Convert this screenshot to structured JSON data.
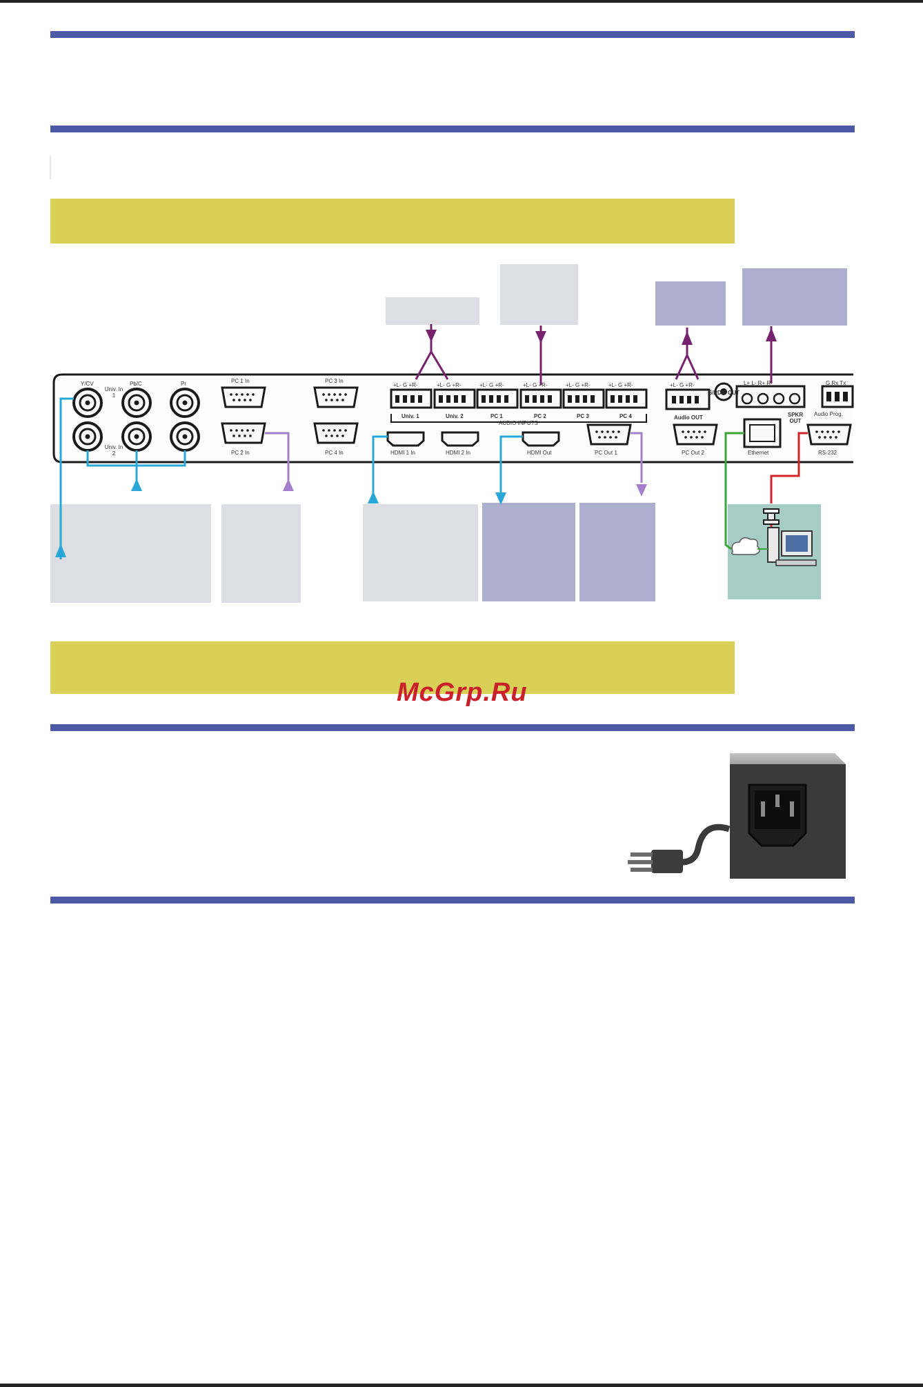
{
  "panel_labels": {
    "ycv": "Y/CV",
    "univ_in1": "Univ. In 1",
    "pbc": "Pb/C",
    "pr": "Pr",
    "univ_in2": "Univ. In 2",
    "pc1_in": "PC 1 In",
    "pc2_in": "PC 2 In",
    "pc3_in": "PC 3 In",
    "pc4_in": "PC 4 In",
    "audio_pins": "+L-  G  +R-",
    "univ1": "Univ. 1",
    "univ2": "Univ. 2",
    "pc1": "PC 1",
    "pc2": "PC 2",
    "pc3": "PC 3",
    "pc4": "PC 4",
    "audio_inputs": "AUDIO INPUTS",
    "hdmi1_in": "HDMI 1 In",
    "hdmi2_in": "HDMI 2 In",
    "hdmi_out": "HDMI Out",
    "pc_out1": "PC Out 1",
    "audio_out": "Audio OUT",
    "spdif_out": "S/PDIF OUT",
    "pc_out2": "PC Out 2",
    "spkr_pins": "L+  L-  R+  R-",
    "spkr_out": "SPKR OUT",
    "ethernet": "Ethernet",
    "rs232_pins": "G  Rx  Tx",
    "audio_prog": "Audio Prog.",
    "rs232": "RS-232"
  },
  "watermark": "McGrp.Ru",
  "colors": {
    "rule": "#4c5aa6",
    "yellow_bar": "#d9d157",
    "grey_box": "#dcdee3",
    "blue_box": "#adaed0",
    "teal_box": "#a5cdc6",
    "cyan_line": "#29a7d6",
    "purple_line": "#76226f",
    "lilac_line": "#a47fcb",
    "green_line": "#3aa638",
    "red_line": "#d2232a",
    "watermark": "#c9202a"
  },
  "icons": [
    "bnc-connector-icon",
    "vga-connector-icon",
    "hdmi-port-icon",
    "terminal-block-icon",
    "rj45-port-icon",
    "computer-icon",
    "cloud-icon",
    "power-plug-icon",
    "iec-socket-icon"
  ]
}
